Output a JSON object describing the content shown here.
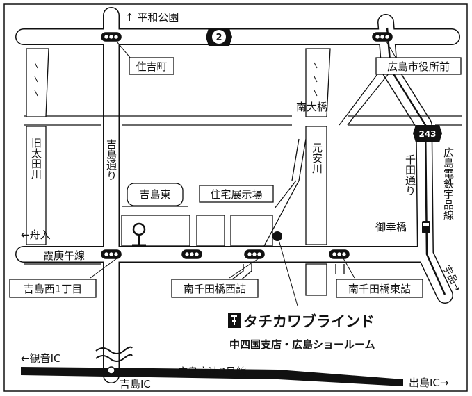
{
  "map": {
    "labels": {
      "heiwa_park": "↑ 平和公園",
      "route2": "2",
      "route243": "243",
      "sumiyoshicho": "住吉町",
      "city_hall": "広島市役所前",
      "minami_ohashi": "南大橋",
      "kyu_ota_gawa": "旧太田川",
      "yoshijima_dori": "吉島通り",
      "motoyasu_gawa": "元安川",
      "senda_dori": "千田通り",
      "dentetsu_ujina": "広島電鉄宇品線",
      "yoshijima_higashi": "吉島東",
      "housing_show": "住宅展示場",
      "funairi": "←舟入",
      "kasumi_gosen": "霞庚午線",
      "miyukibashi": "御幸橋",
      "yoshijima_nishi": "吉島西1丁目",
      "minami_senda_nishi": "南千田橋西詰",
      "minami_senda_higashi": "南千田橋東詰",
      "ujina": "宇品→",
      "kannon_ic": "←観音IC",
      "expressway": "広島高速3号線",
      "yoshijima_ic": "吉島IC",
      "ujina_ic": "出島IC→"
    },
    "company": {
      "logo_text": "タチカワブラインド",
      "branch": "中四国支店・広島ショールーム"
    },
    "colors": {
      "ink": "#111111",
      "road_fill": "#ffffff"
    }
  }
}
